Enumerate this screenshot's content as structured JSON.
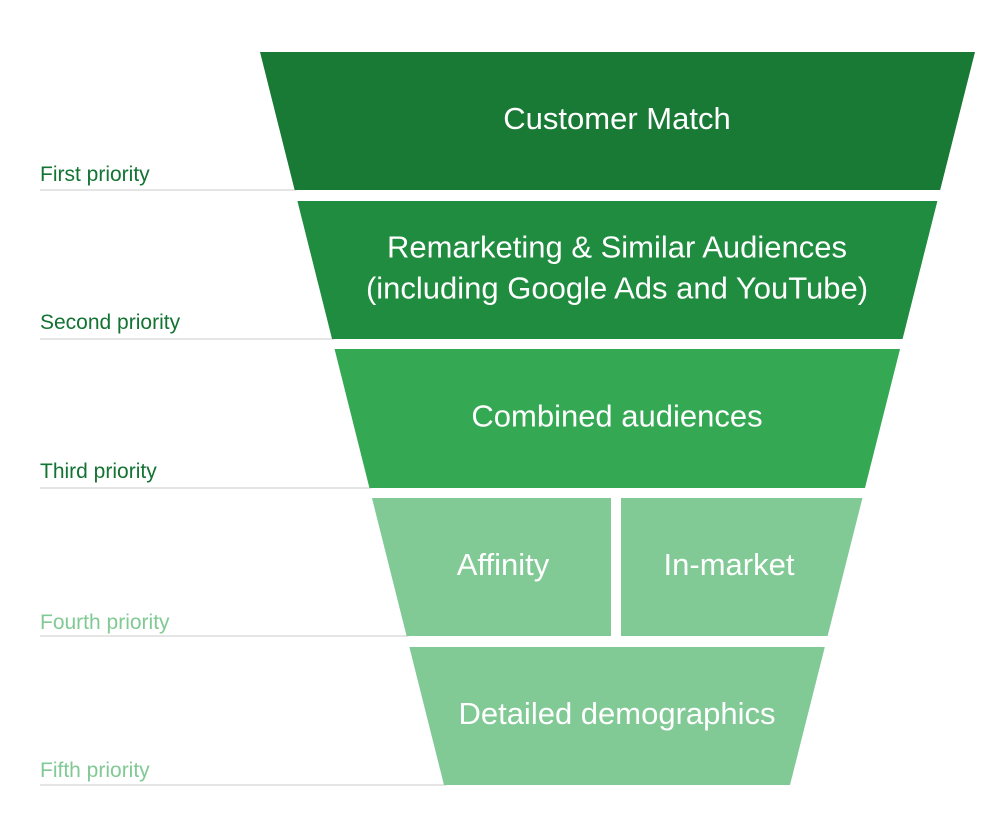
{
  "colors": {
    "dark_green": "#197a36",
    "mid_green": "#1f8c3f",
    "green": "#34a853",
    "light_green": "#81c995",
    "separator": "#d5d5d5",
    "label_dark": "#137333",
    "label_light": "#81c995"
  },
  "tiers": [
    {
      "priority": "First priority",
      "lines": [
        "Customer Match"
      ],
      "color": "#197a36",
      "label_color": "#137333"
    },
    {
      "priority": "Second priority",
      "lines": [
        "Remarketing & Similar Audiences",
        "(including Google Ads and YouTube)"
      ],
      "color": "#1f8c3f",
      "label_color": "#137333"
    },
    {
      "priority": "Third priority",
      "lines": [
        "Combined audiences"
      ],
      "color": "#34a853",
      "label_color": "#137333"
    },
    {
      "priority": "Fourth priority",
      "segments": [
        "Affinity",
        "In-market"
      ],
      "color": "#81c995",
      "label_color": "#81c995"
    },
    {
      "priority": "Fifth priority",
      "lines": [
        "Detailed demographics"
      ],
      "color": "#81c995",
      "label_color": "#81c995"
    }
  ]
}
